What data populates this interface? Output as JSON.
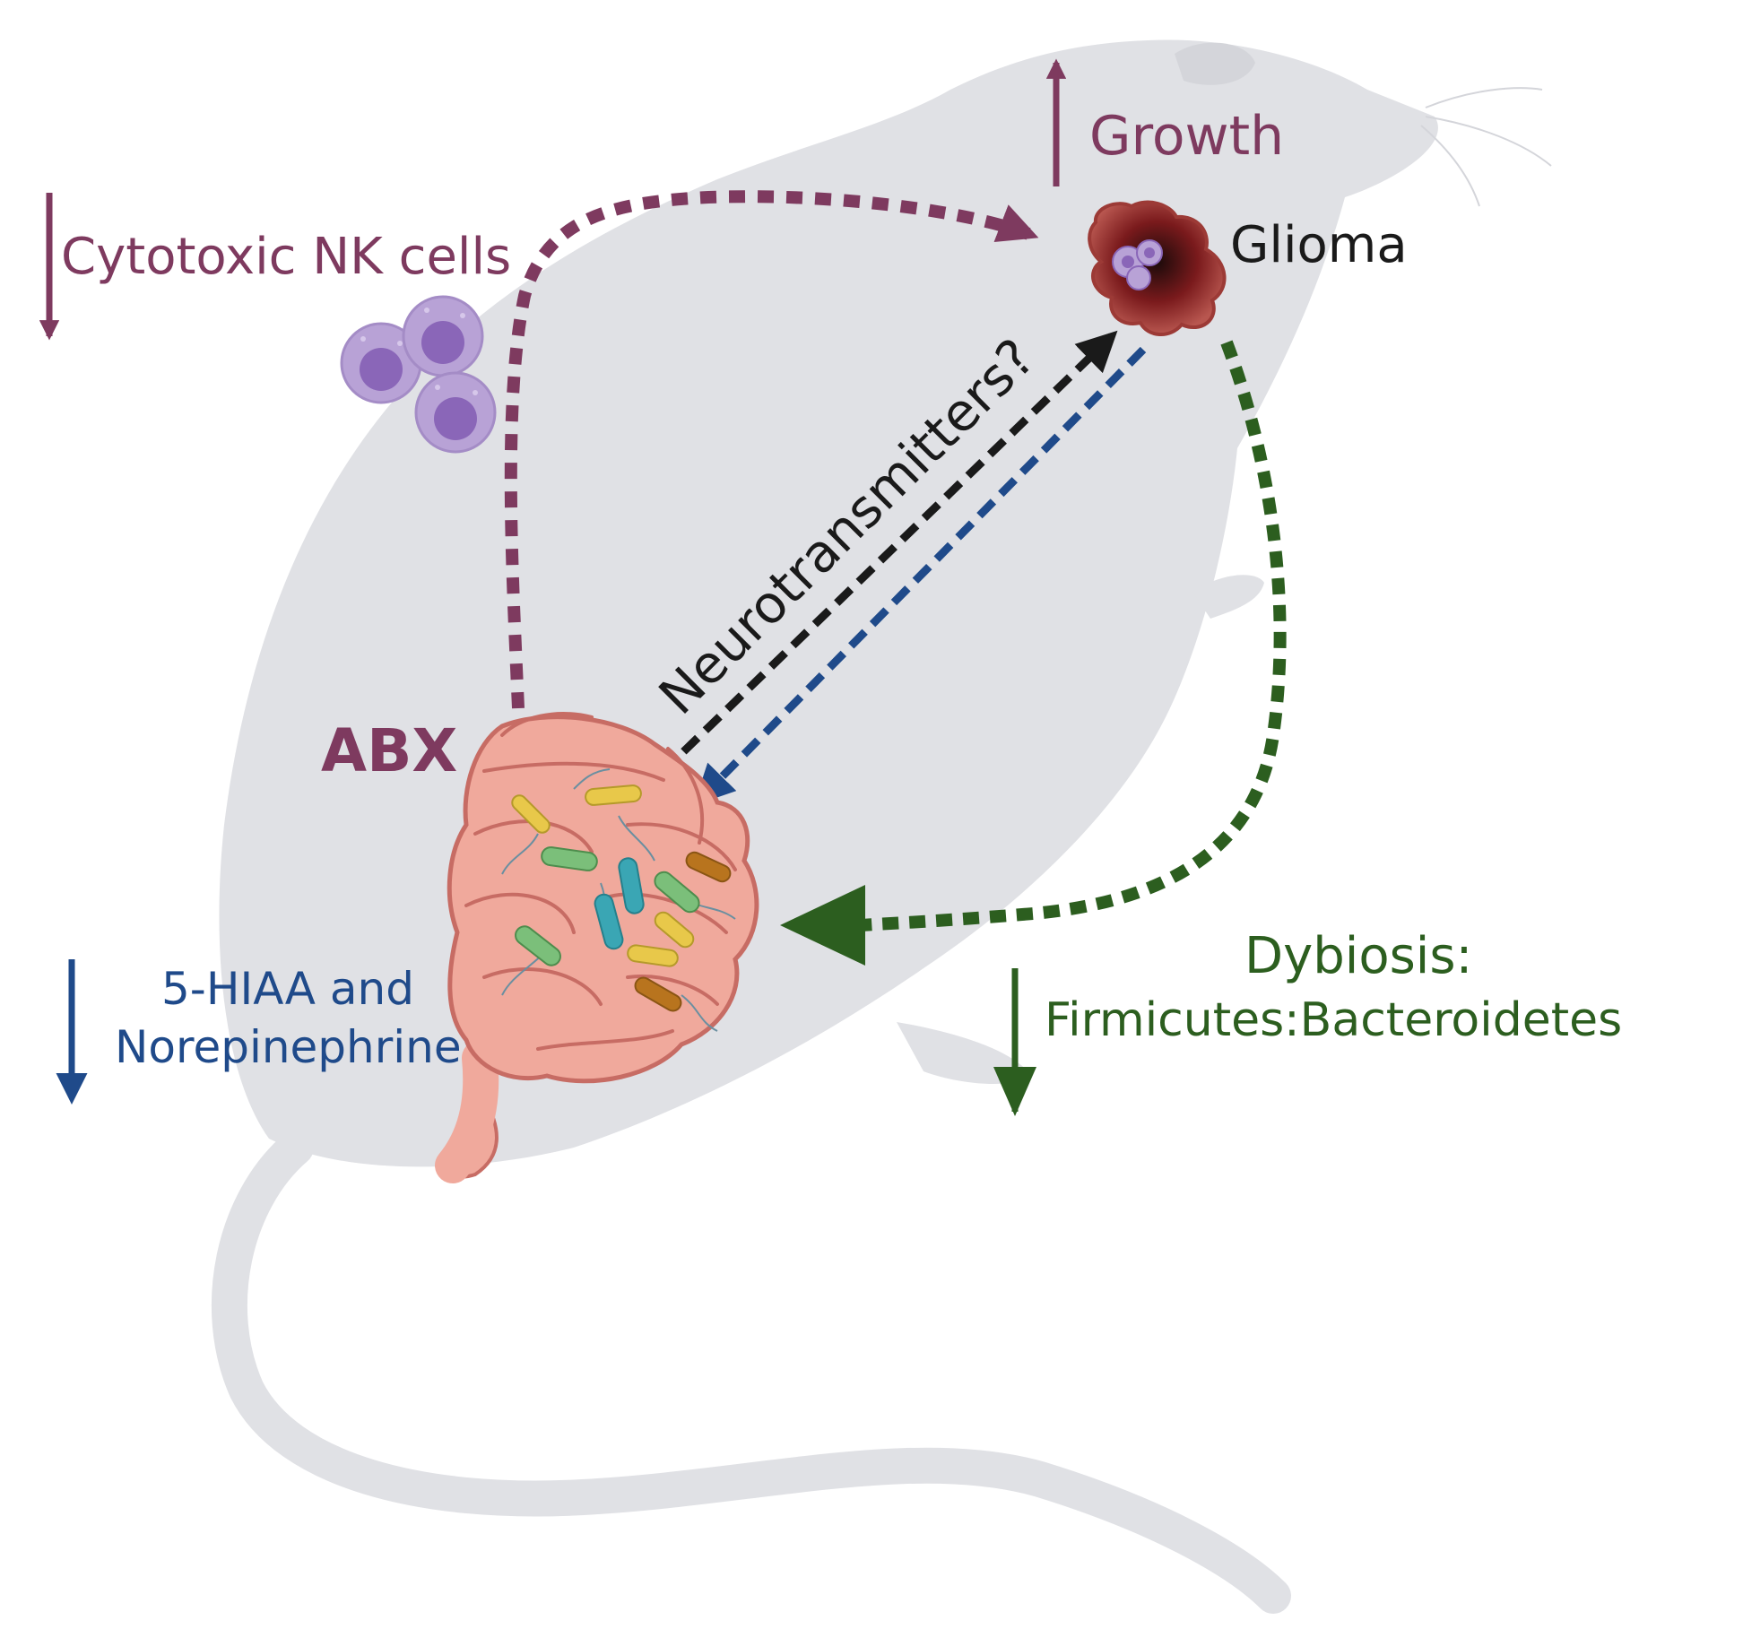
{
  "labels": {
    "growth": "Growth",
    "glioma": "Glioma",
    "nk_cells": "Cytotoxic NK cells",
    "neurotransmitters": "Neurotransmitters?",
    "abx": "ABX",
    "hiaa_line1": "5-HIAA and",
    "hiaa_line2": "Norepinephrine",
    "dysbiosis_line1": "Dybiosis:",
    "dysbiosis_line2": "Firmicutes:Bacteroidetes"
  },
  "colors": {
    "mouse_body": "#e0e1e5",
    "plum": "#7e3a5f",
    "green": "#2c5e1f",
    "navy": "#1f4a8a",
    "black": "#1a1a1a",
    "gut": "#f0a99c",
    "gut_outline": "#c76c64",
    "glioma": "#8a1f22",
    "nk_cell": "#b8a2d6",
    "nk_nucleus": "#8a66b8"
  },
  "icons": {
    "mouse": "mouse-silhouette",
    "gut": "intestine-icon",
    "tumor": "glioma-tumor-icon",
    "nk_cells": "nk-cell-icon"
  },
  "arrows": {
    "growth": "up",
    "nk_cells": "down",
    "hiaa": "down",
    "dysbiosis": "down"
  }
}
